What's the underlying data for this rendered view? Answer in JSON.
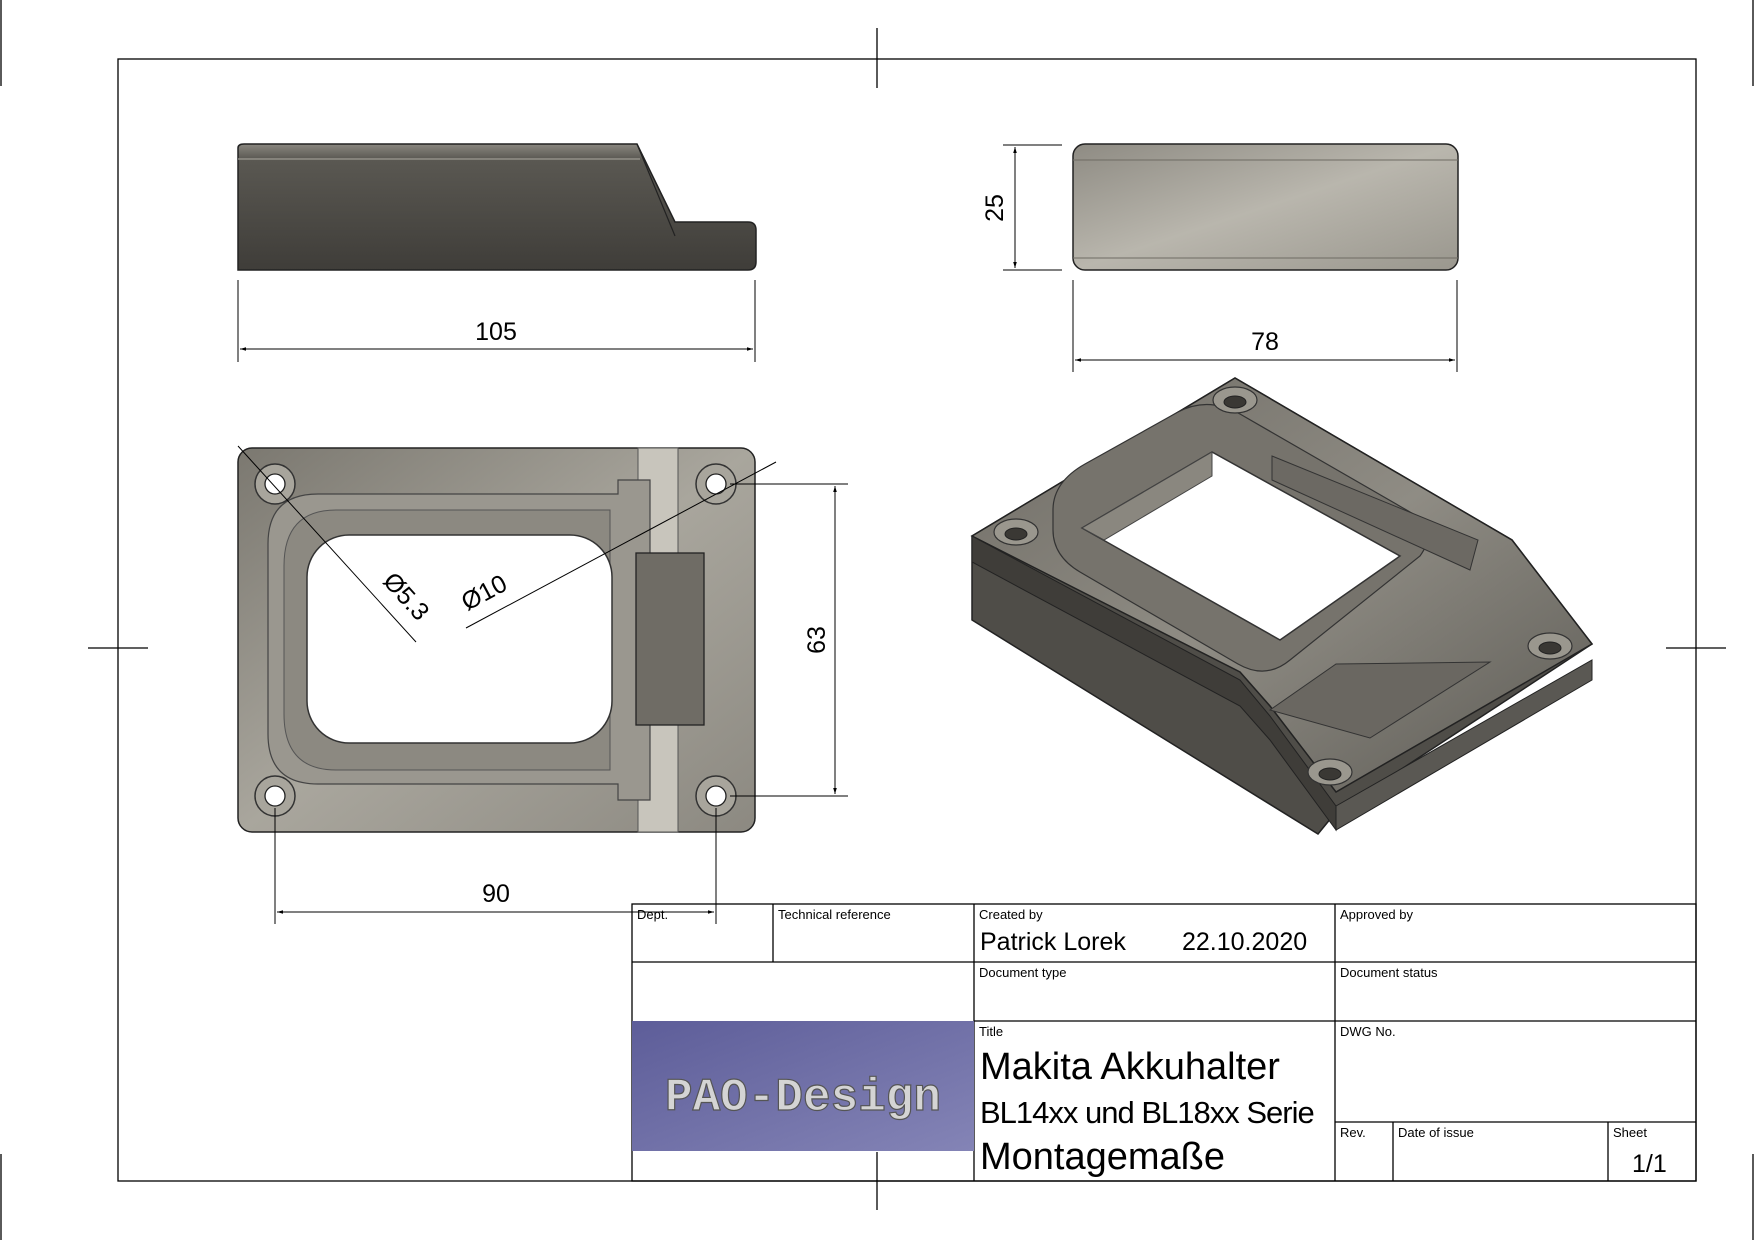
{
  "dimensions": {
    "side_length": "105",
    "height": "25",
    "depth": "78",
    "hole_small_diameter": "Ø5.3",
    "hole_large_diameter": "Ø10",
    "hole_spacing_vertical": "63",
    "hole_spacing_horizontal": "90"
  },
  "title_block": {
    "dept_label": "Dept.",
    "technical_reference_label": "Technical reference",
    "created_by_label": "Created by",
    "created_by": "Patrick Lorek",
    "created_date": "22.10.2020",
    "approved_by_label": "Approved by",
    "document_type_label": "Document type",
    "document_status_label": "Document status",
    "title_label": "Title",
    "title_line1": "Makita Akkuhalter",
    "title_line2": "BL14xx und BL18xx Serie",
    "title_line3": "Montagemaße",
    "dwg_no_label": "DWG No.",
    "rev_label": "Rev.",
    "date_of_issue_label": "Date of issue",
    "sheet_label": "Sheet",
    "sheet_value": "1/1",
    "logo_text": "PAO-Design"
  },
  "colors": {
    "part_dark": "#4a4843",
    "part_mid": "#7f7c74",
    "part_light": "#bfbcb3",
    "logo_bg": "#6f6fa8",
    "logo_letters": "#cfcfcf"
  }
}
